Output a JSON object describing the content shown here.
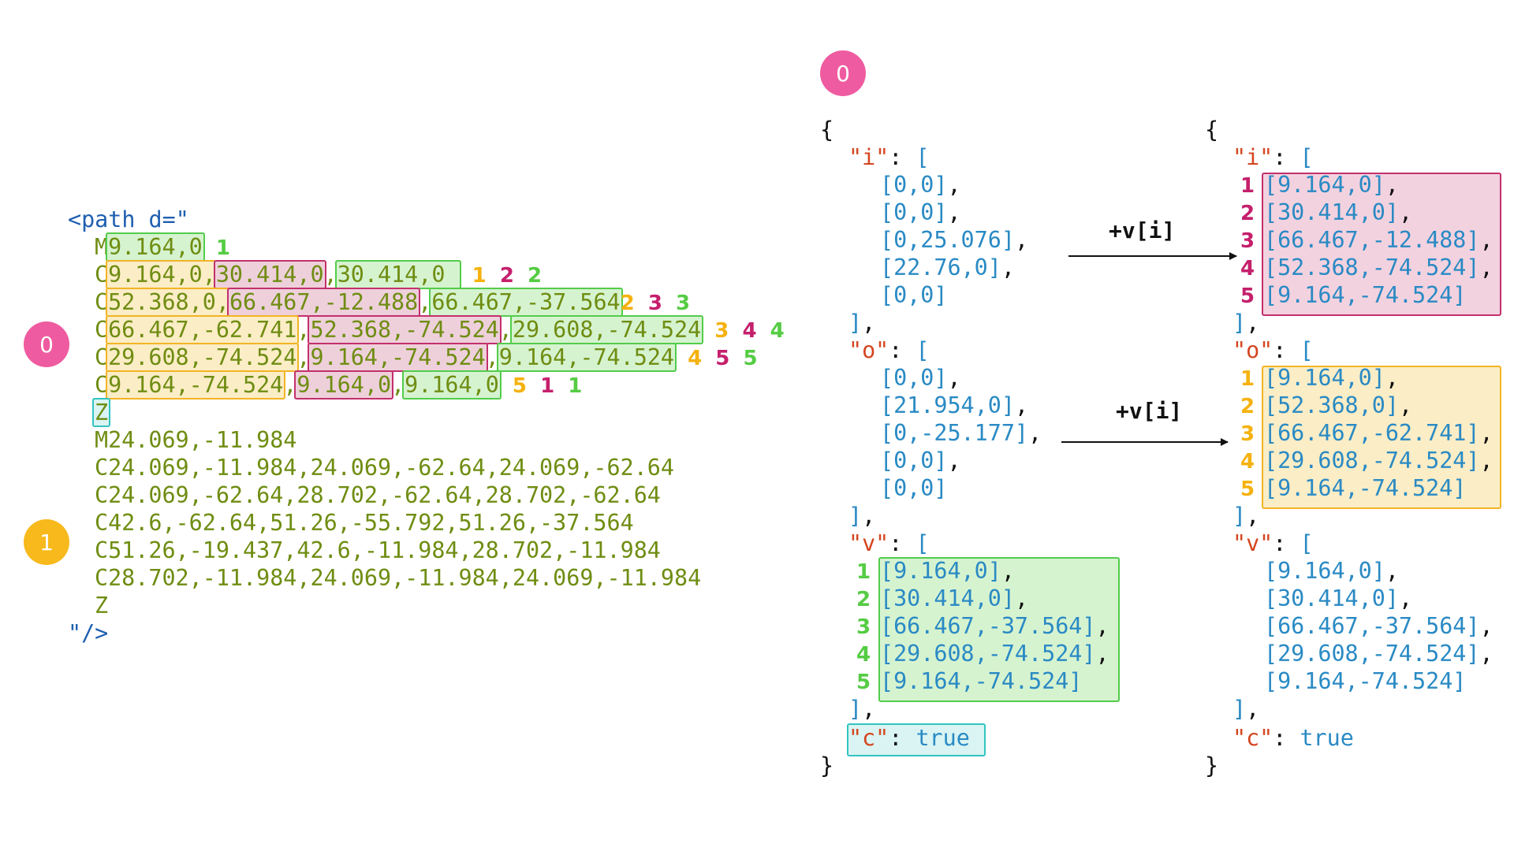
{
  "badges": {
    "zero": "0",
    "one": "1"
  },
  "svg_path": {
    "open": "<path d=\"",
    "close": "\"/>",
    "lines": [
      "M9.164,0",
      "C9.164,0,30.414,0,30.414,0",
      "C52.368,0,66.467,-12.488,66.467,-37.564",
      "C66.467,-62.741,52.368,-74.524,29.608,-74.524",
      "C29.608,-74.524,9.164,-74.524,9.164,-74.524",
      "C9.164,-74.524,9.164,0,9.164,0",
      "Z",
      "M24.069,-11.984",
      "C24.069,-11.984,24.069,-62.64,24.069,-62.64",
      "C24.069,-62.64,28.702,-62.64,28.702,-62.64",
      "C42.6,-62.64,51.26,-55.792,51.26,-37.564",
      "C51.26,-19.437,42.6,-11.984,28.702,-11.984",
      "C28.702,-11.984,24.069,-11.984,24.069,-11.984",
      "Z"
    ],
    "line_index_labels": [
      [
        "1"
      ],
      [
        "1",
        "2",
        "2"
      ],
      [
        "2",
        "3",
        "3"
      ],
      [
        "3",
        "4",
        "4"
      ],
      [
        "4",
        "5",
        "5"
      ],
      [
        "5",
        "1",
        "1"
      ]
    ]
  },
  "json_left": {
    "open_brace": "{",
    "close_brace": "}",
    "i_key": "\"i\"",
    "o_key": "\"o\"",
    "v_key": "\"v\"",
    "c_key": "\"c\"",
    "c_value": "true",
    "i_items": [
      "[0,0]",
      "[0,0]",
      "[0,25.076]",
      "[22.76,0]",
      "[0,0]"
    ],
    "o_items": [
      "[0,0]",
      "[21.954,0]",
      "[0,-25.177]",
      "[0,0]",
      "[0,0]"
    ],
    "v_items": [
      "[9.164,0]",
      "[30.414,0]",
      "[66.467,-37.564]",
      "[29.608,-74.524]",
      "[9.164,-74.524]"
    ],
    "v_indices": [
      "1",
      "2",
      "3",
      "4",
      "5"
    ]
  },
  "arrows": {
    "label_top": "+v[i]",
    "label_bottom": "+v[i]"
  },
  "json_right": {
    "open_brace": "{",
    "close_brace": "}",
    "i_key": "\"i\"",
    "o_key": "\"o\"",
    "v_key": "\"v\"",
    "c_key": "\"c\"",
    "c_value": "true",
    "i_items": [
      "[9.164,0]",
      "[30.414,0]",
      "[66.467,-12.488]",
      "[52.368,-74.524]",
      "[9.164,-74.524]"
    ],
    "o_items": [
      "[9.164,0]",
      "[52.368,0]",
      "[66.467,-62.741]",
      "[29.608,-74.524]",
      "[9.164,-74.524]"
    ],
    "v_items": [
      "[9.164,0]",
      "[30.414,0]",
      "[66.467,-37.564]",
      "[29.608,-74.524]",
      "[9.164,-74.524]"
    ],
    "i_indices": [
      "1",
      "2",
      "3",
      "4",
      "5"
    ],
    "o_indices": [
      "1",
      "2",
      "3",
      "4",
      "5"
    ]
  },
  "colors": {
    "green": "#55cc44",
    "yellow": "#f5b20f",
    "pink": "#c51f6c",
    "cyan": "#32c4c0",
    "badge_pink": "#ef5ba0",
    "badge_yellow": "#f7b91c"
  }
}
